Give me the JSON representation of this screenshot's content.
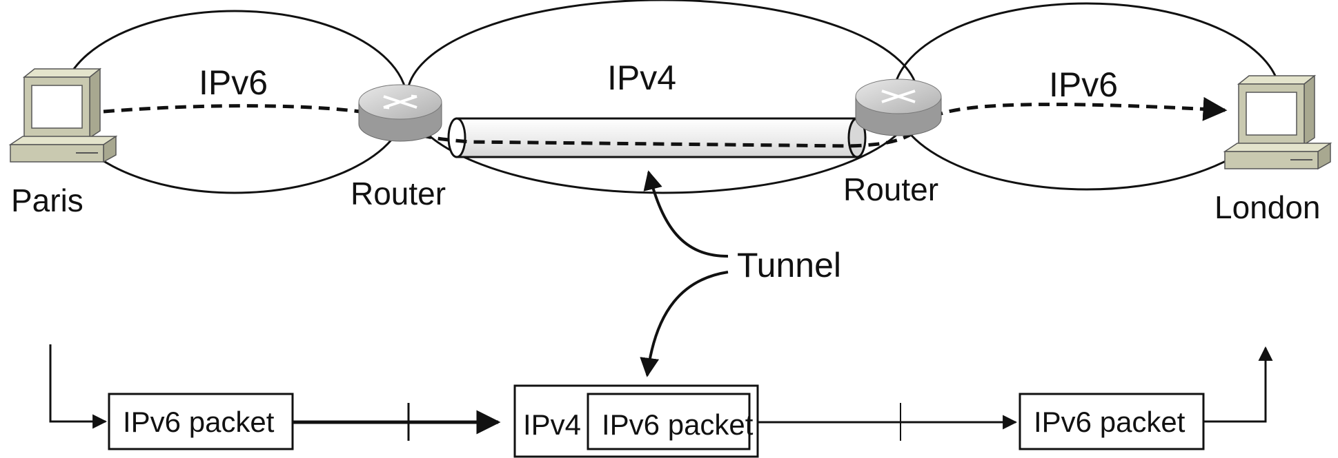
{
  "networks": {
    "left": "IPv6",
    "middle": "IPv4",
    "right": "IPv6"
  },
  "hosts": {
    "source": "Paris",
    "destination": "London"
  },
  "routers": {
    "left": "Router",
    "right": "Router"
  },
  "tunnel_label": "Tunnel",
  "packets": {
    "first": "IPv6 packet",
    "encapsulated_outer": "IPv4",
    "encapsulated_inner": "IPv6 packet",
    "last": "IPv6 packet"
  },
  "icons": [
    "computer-icon",
    "router-icon",
    "tunnel-pipe",
    "arrow"
  ],
  "colors": {
    "line": "#111111",
    "router_body": "#b8b8b8",
    "router_top": "#d8d8d8",
    "computer_body": "#c9c9b0",
    "tunnel_fill": "#f2f2f2"
  }
}
